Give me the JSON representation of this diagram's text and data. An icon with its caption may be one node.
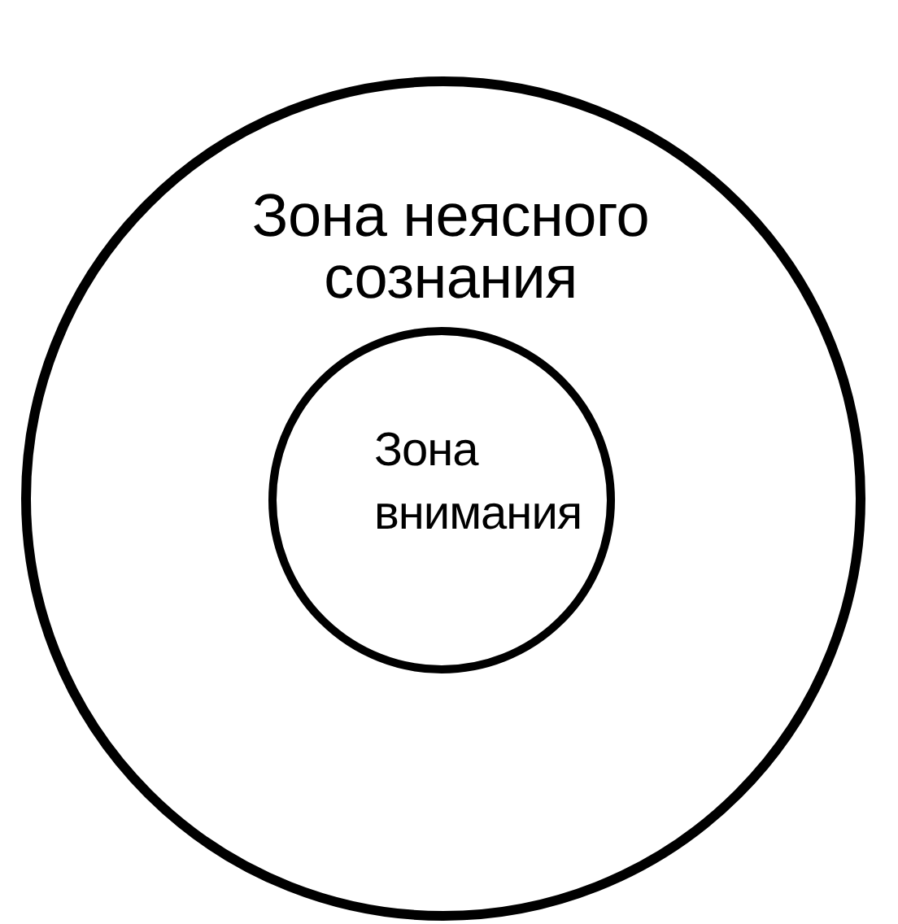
{
  "diagram": {
    "nodes": [
      {
        "text": [
          "Зона неясного сознания"
        ]
      },
      {
        "text": [
          "Зона внимания"
        ],
        "in": 0
      }
    ]
  }
}
